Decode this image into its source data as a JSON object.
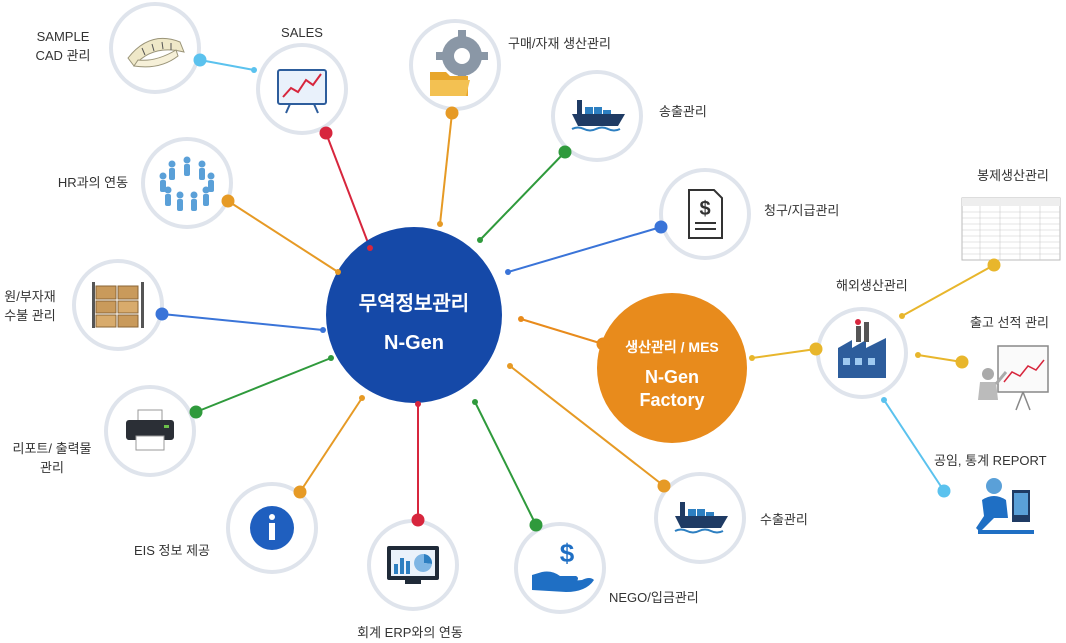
{
  "hub": {
    "title": "무역정보관리",
    "subtitle": "N-Gen"
  },
  "factory": {
    "line1": "생산관리 / MES",
    "line2": "N-Gen",
    "line3": "Factory"
  },
  "nodes": [
    {
      "id": "sample-cad",
      "label_lines": [
        "SAMPLE",
        "CAD 관리"
      ],
      "icon": "measuring-tape-icon",
      "dot_color": "#5bc2ee"
    },
    {
      "id": "sales",
      "label_lines": [
        "SALES"
      ],
      "icon": "sales-chart-board-icon",
      "dot_color": "#d7263d"
    },
    {
      "id": "purchase",
      "label_lines": [
        "구매/자재 생산관리"
      ],
      "icon": "gear-folder-icon",
      "dot_color": "#e69a25"
    },
    {
      "id": "shipping",
      "label_lines": [
        "송출관리"
      ],
      "icon": "cargo-ship-icon",
      "dot_color": "#2f9a3c"
    },
    {
      "id": "billing",
      "label_lines": [
        "청구/지급관리"
      ],
      "icon": "invoice-dollar-icon",
      "dot_color": "#3a74d8"
    },
    {
      "id": "hr",
      "label_lines": [
        "HR과의 연동"
      ],
      "icon": "people-circle-icon",
      "dot_color": "#e69a25"
    },
    {
      "id": "materials",
      "label_lines": [
        "원/부자재",
        "수불 관리"
      ],
      "icon": "boxes-shelf-icon",
      "dot_color": "#3a74d8"
    },
    {
      "id": "report",
      "label_lines": [
        "리포트/ 출력물",
        "관리"
      ],
      "icon": "printer-icon",
      "dot_color": "#2f9a3c"
    },
    {
      "id": "eis",
      "label_lines": [
        "EIS 정보 제공"
      ],
      "icon": "info-icon",
      "dot_color": "#e69a25"
    },
    {
      "id": "erp",
      "label_lines": [
        "회계 ERP와의 연동"
      ],
      "icon": "monitor-chart-icon",
      "dot_color": "#d7263d"
    },
    {
      "id": "nego",
      "label_lines": [
        "NEGO/입금관리"
      ],
      "icon": "hand-dollar-icon",
      "dot_color": "#2f9a3c"
    },
    {
      "id": "export",
      "label_lines": [
        "수출관리"
      ],
      "icon": "cargo-ship-icon",
      "dot_color": "#e69a25"
    },
    {
      "id": "overseas",
      "label_lines": [
        "해외생산관리"
      ],
      "icon": "factory-icon",
      "dot_color": "#e8b62c"
    }
  ],
  "factory_outputs": [
    {
      "id": "sewing",
      "label": "봉제생산관리",
      "icon": "spreadsheet-thumbnail-icon",
      "dot_color": "#e8b62c"
    },
    {
      "id": "shipment",
      "label": "출고 선적 관리",
      "icon": "presenter-chart-icon",
      "dot_color": "#e8b62c"
    },
    {
      "id": "stats",
      "label": "공임, 통계 REPORT",
      "icon": "computer-user-icon",
      "dot_color": "#5bc2ee"
    }
  ],
  "colors": {
    "hub": "#1549a8",
    "factory": "#e88b1c",
    "ring": "#dfe4ec",
    "orange": "#e69a25",
    "red": "#d7263d",
    "green": "#2f9a3c",
    "blue": "#3a74d8",
    "light_blue": "#5bc2ee",
    "yellow": "#e8b62c"
  }
}
